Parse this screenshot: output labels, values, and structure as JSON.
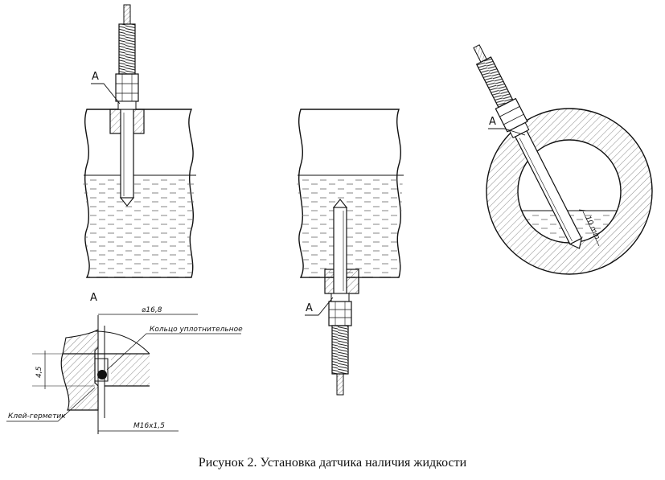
{
  "labels": {
    "view_a": "A",
    "dia": "⌀16,8",
    "ring": "Кольцо уплотнительное",
    "glue": "Клей-герметик",
    "thread": "М16х1,5",
    "dim_h": "4,5",
    "dim_10": "10 min"
  },
  "caption": "Рисунок 2. Установка датчика наличия жидкости"
}
